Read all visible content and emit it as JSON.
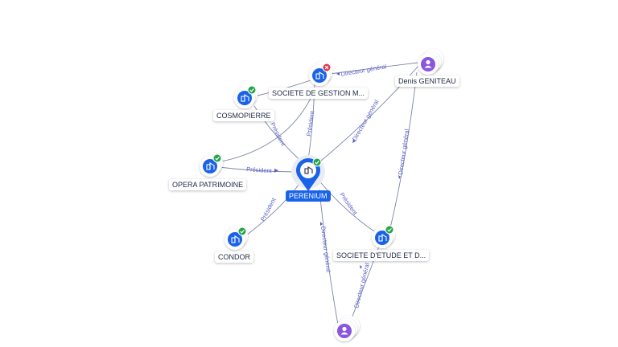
{
  "colors": {
    "company": "#1a63e8",
    "person": "#8a56e0",
    "edge": "#7c86a6",
    "edge_label": "#5a5fc7",
    "status_ok": "#22a44a",
    "status_closed": "#e2364b"
  },
  "nodes": {
    "perenium": {
      "label": "PERENIUM",
      "kind": "company",
      "status": "ok",
      "icon": "building-icon"
    },
    "societe_gestion": {
      "label": "SOCIETE DE GESTION M...",
      "kind": "company",
      "status": "closed",
      "icon": "building-icon"
    },
    "cosmopierre": {
      "label": "COSMOPIERRE",
      "kind": "company",
      "status": "ok",
      "icon": "building-icon"
    },
    "opera": {
      "label": "OPERA PATRIMOINE",
      "kind": "company",
      "status": "ok",
      "icon": "building-icon"
    },
    "condor": {
      "label": "CONDOR",
      "kind": "company",
      "status": "ok",
      "icon": "building-icon"
    },
    "societe_etude": {
      "label": "SOCIETE D'ETUDE ET D...",
      "kind": "company",
      "status": "ok",
      "icon": "building-icon"
    },
    "denis": {
      "label": "Denis GENITEAU",
      "kind": "person",
      "icon": "person-icon"
    },
    "bottom_person": {
      "label": "",
      "kind": "person",
      "icon": "person-icon"
    }
  },
  "edges": {
    "opera_perenium": "Président",
    "cosmopierre_perenium": "Président",
    "societe_gestion_perenium": "Président",
    "condor_perenium": "Président",
    "perenium_societe_etude": "Président",
    "denis_perenium": "Directeur général",
    "denis_societe_gestion": "Directeur général",
    "denis_societe_etude": "Directeur général",
    "bottom_perenium": "Directeur général",
    "bottom_societe_etude": "Directeur général"
  }
}
